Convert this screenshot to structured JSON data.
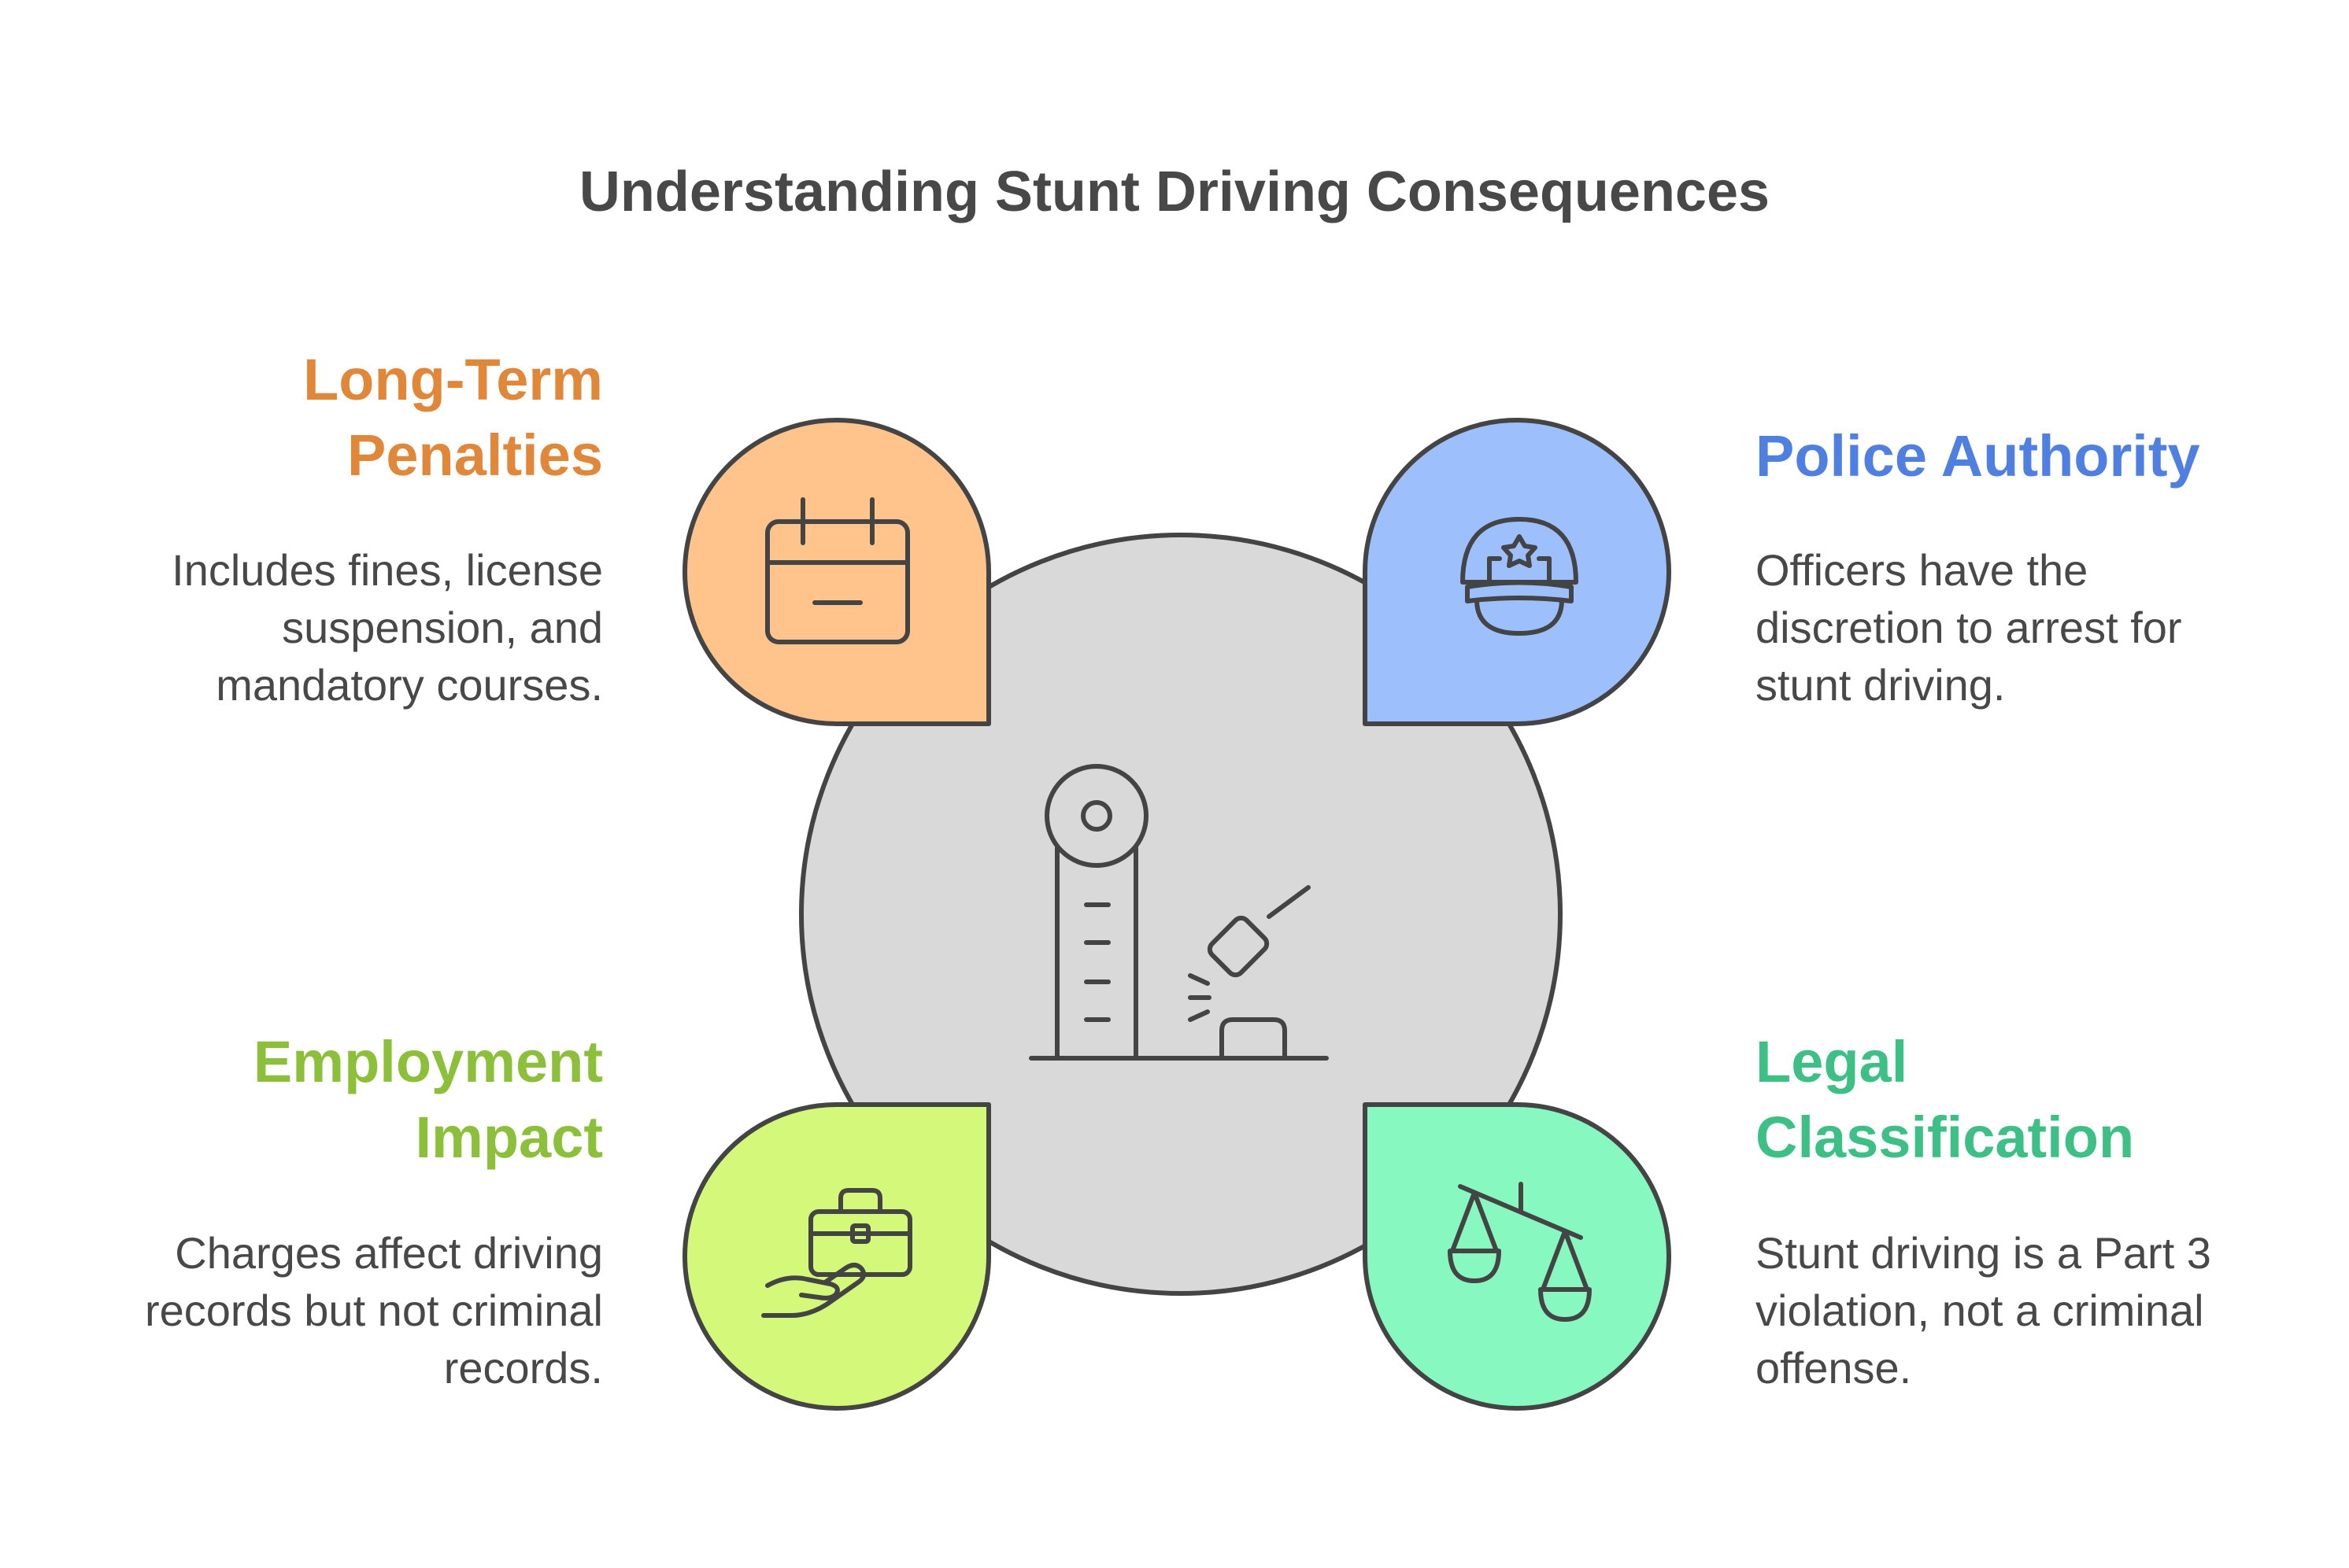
{
  "title": "Understanding Stunt Driving Consequences",
  "center": {
    "icon": "high-striker-icon",
    "fill": "#d9d9d9"
  },
  "items": [
    {
      "heading": "Long-Term\nPenalties",
      "description": "Includes fines, license\nsuspension, and\nmandatory courses.",
      "color": "#e0873a",
      "fill": "#ffc38c",
      "icon": "calendar-icon"
    },
    {
      "heading": "Police Authority",
      "description": "Officers have the\ndiscretion to arrest for\nstunt driving.",
      "color": "#4f7fe0",
      "fill": "#9dbffc",
      "icon": "police-hat-icon"
    },
    {
      "heading": "Employment\nImpact",
      "description": "Charges affect driving\nrecords but not criminal\nrecords.",
      "color": "#8cbf3a",
      "fill": "#d4f97a",
      "icon": "briefcase-hand-icon"
    },
    {
      "heading": "Legal\nClassification",
      "description": "Stunt driving is a Part 3\nviolation, not a criminal\noffense.",
      "color": "#3dbf86",
      "fill": "#86f8c0",
      "icon": "scales-icon"
    }
  ]
}
